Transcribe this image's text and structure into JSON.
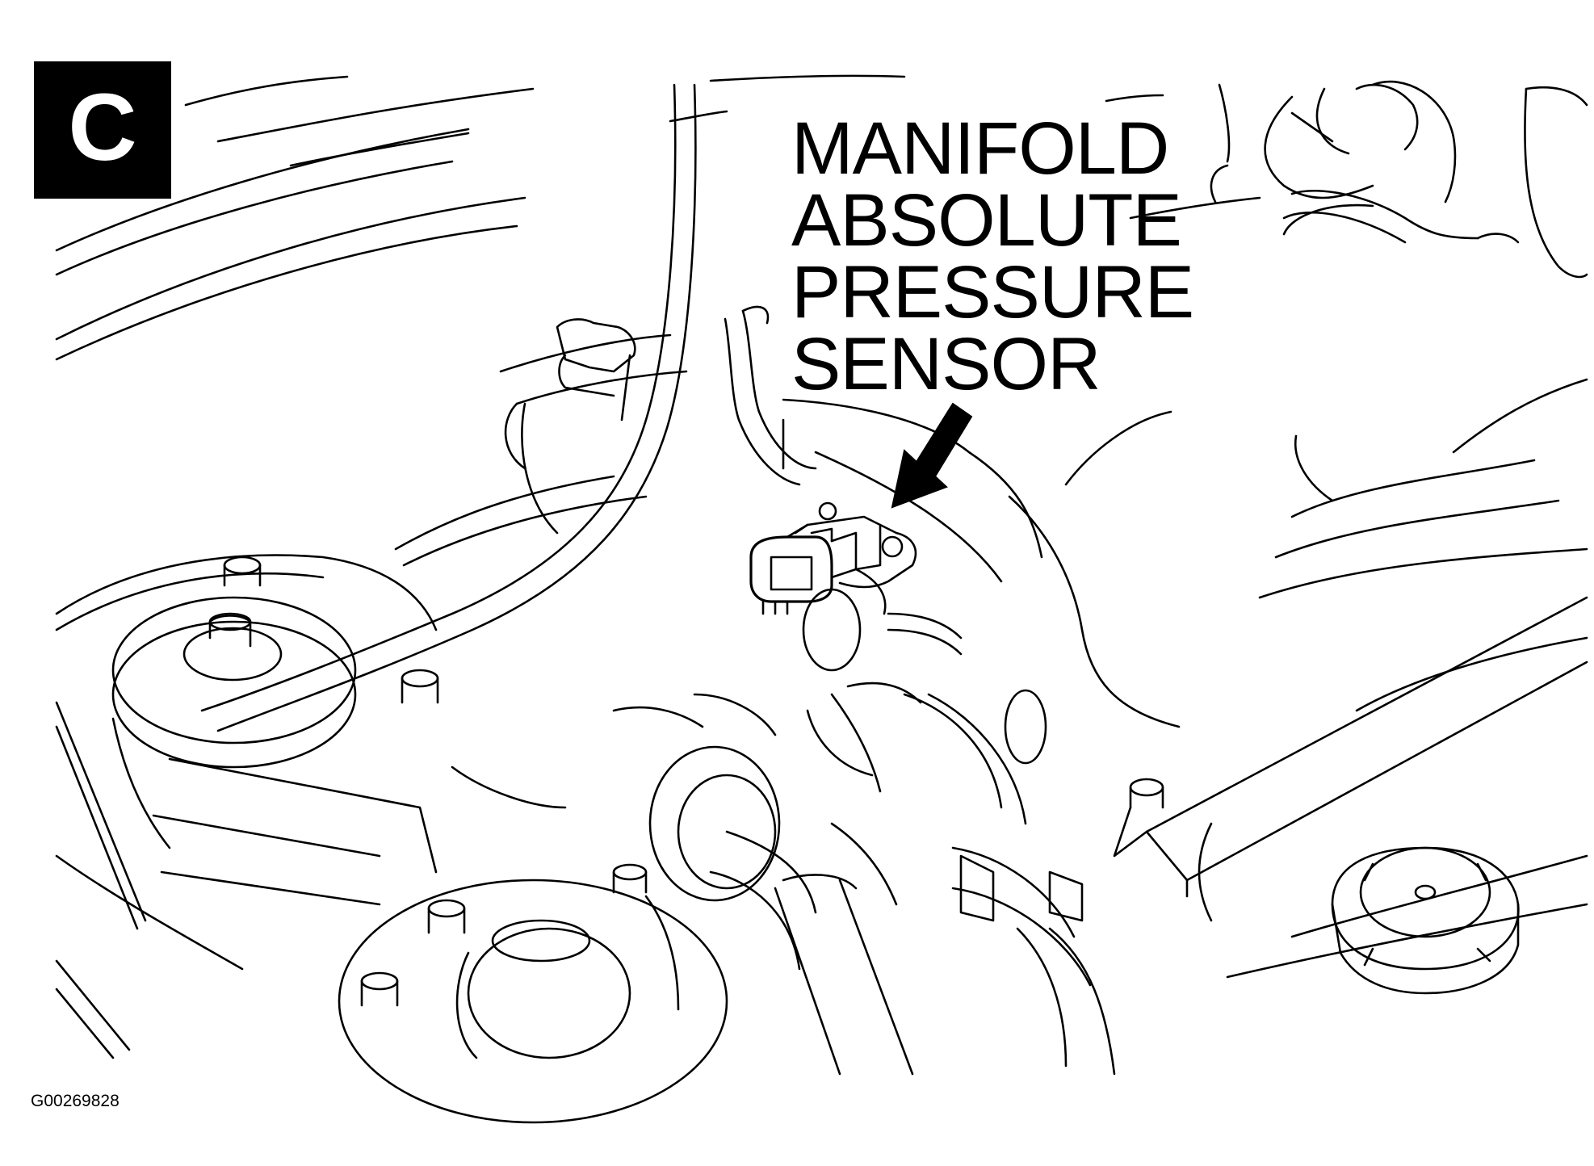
{
  "view_label": "C",
  "callout": {
    "lines": [
      "MANIFOLD",
      "ABSOLUTE",
      "PRESSURE",
      "SENSOR"
    ]
  },
  "figure_id": "G00269828"
}
